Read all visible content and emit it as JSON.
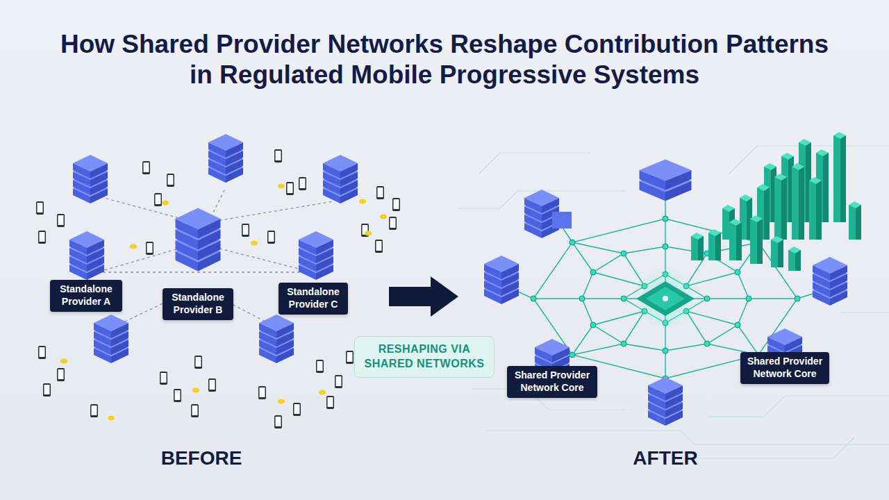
{
  "diagram": {
    "title": "How Shared Provider Networks Reshape Contribution Patterns in Regulated Mobile Progressive Systems",
    "nodes": [
      {
        "text": [
          "Standalone Provider A"
        ]
      },
      {
        "text": [
          "Standalone Provider B"
        ]
      },
      {
        "text": [
          "Standalone Provider C"
        ]
      },
      {
        "text": [
          "RESHAPING VIA SHARED NETWORKS"
        ]
      },
      {
        "text": [
          "Shared Provider Network Core"
        ]
      },
      {
        "text": [
          "Shared Provider Network Core"
        ]
      }
    ],
    "labels": [
      "BEFORE",
      "AFTER"
    ]
  }
}
